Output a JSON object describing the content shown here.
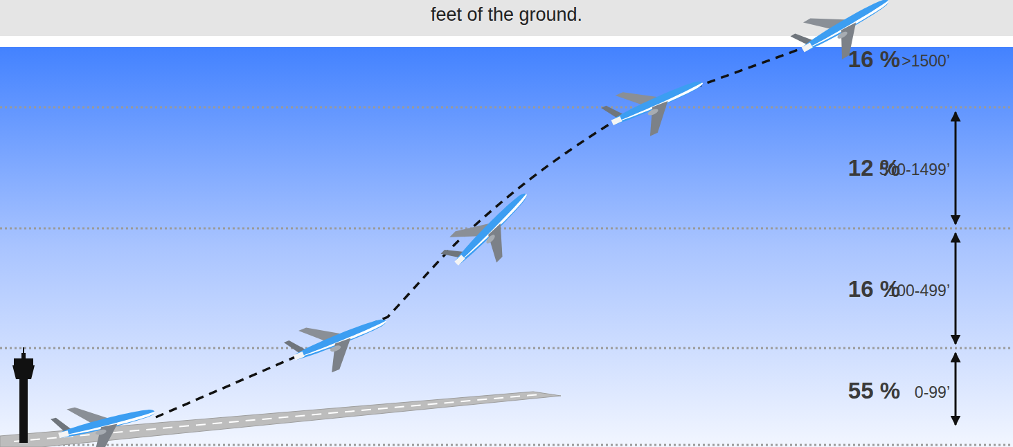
{
  "diagram": {
    "title": "feet of the ground.",
    "labels": [
      "16 %",
      ">1500’",
      "12 %",
      "500-1499’",
      "16 %",
      "100-499’",
      "55 %",
      "0-99’"
    ]
  }
}
